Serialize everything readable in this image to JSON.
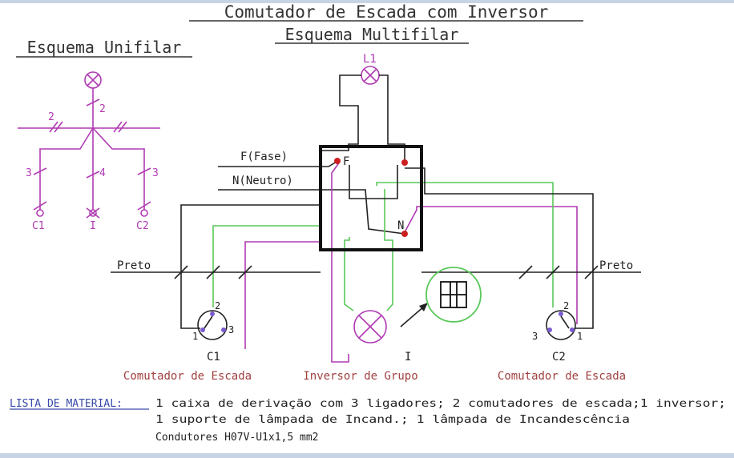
{
  "title": "Comutador de Escada com Inversor",
  "subtitle_multi": "Esquema Multifilar",
  "subtitle_uni": "Esquema Unifilar",
  "unifilar": {
    "wire_counts": [
      "2",
      "2",
      "3",
      "4",
      "3"
    ],
    "labels": [
      "C1",
      "I",
      "C2"
    ]
  },
  "lamp_label": "L1",
  "phase_label": "F(Fase)",
  "neutral_label": "N(Neutro)",
  "box_terminal_f": "F",
  "box_terminal_n": "N",
  "preto_left": "Preto",
  "preto_right": "Preto",
  "switch_c1": {
    "name": "C1",
    "terminals": [
      "1",
      "2",
      "3"
    ],
    "caption": "Comutador de Escada"
  },
  "inverter": {
    "name": "I",
    "caption": "Inversor de Grupo"
  },
  "switch_c2": {
    "name": "C2",
    "terminals": [
      "3",
      "2",
      "1"
    ],
    "caption": "Comutador de Escada"
  },
  "material": {
    "label": "LISTA DE MATERIAL:",
    "line1": "1 caixa de derivação com 3 ligadores; 2 comutadores de escada;1 inversor;",
    "line2": "1 suporte de lâmpada de Incand.; 1 lâmpada de Incandescência",
    "line3": "Condutores H07V-U1x1,5 mm2"
  },
  "colors": {
    "magenta": "#b03ab3",
    "green": "#59c85a",
    "black": "#222222",
    "red": "#cc2020",
    "brown": "#a04040"
  }
}
